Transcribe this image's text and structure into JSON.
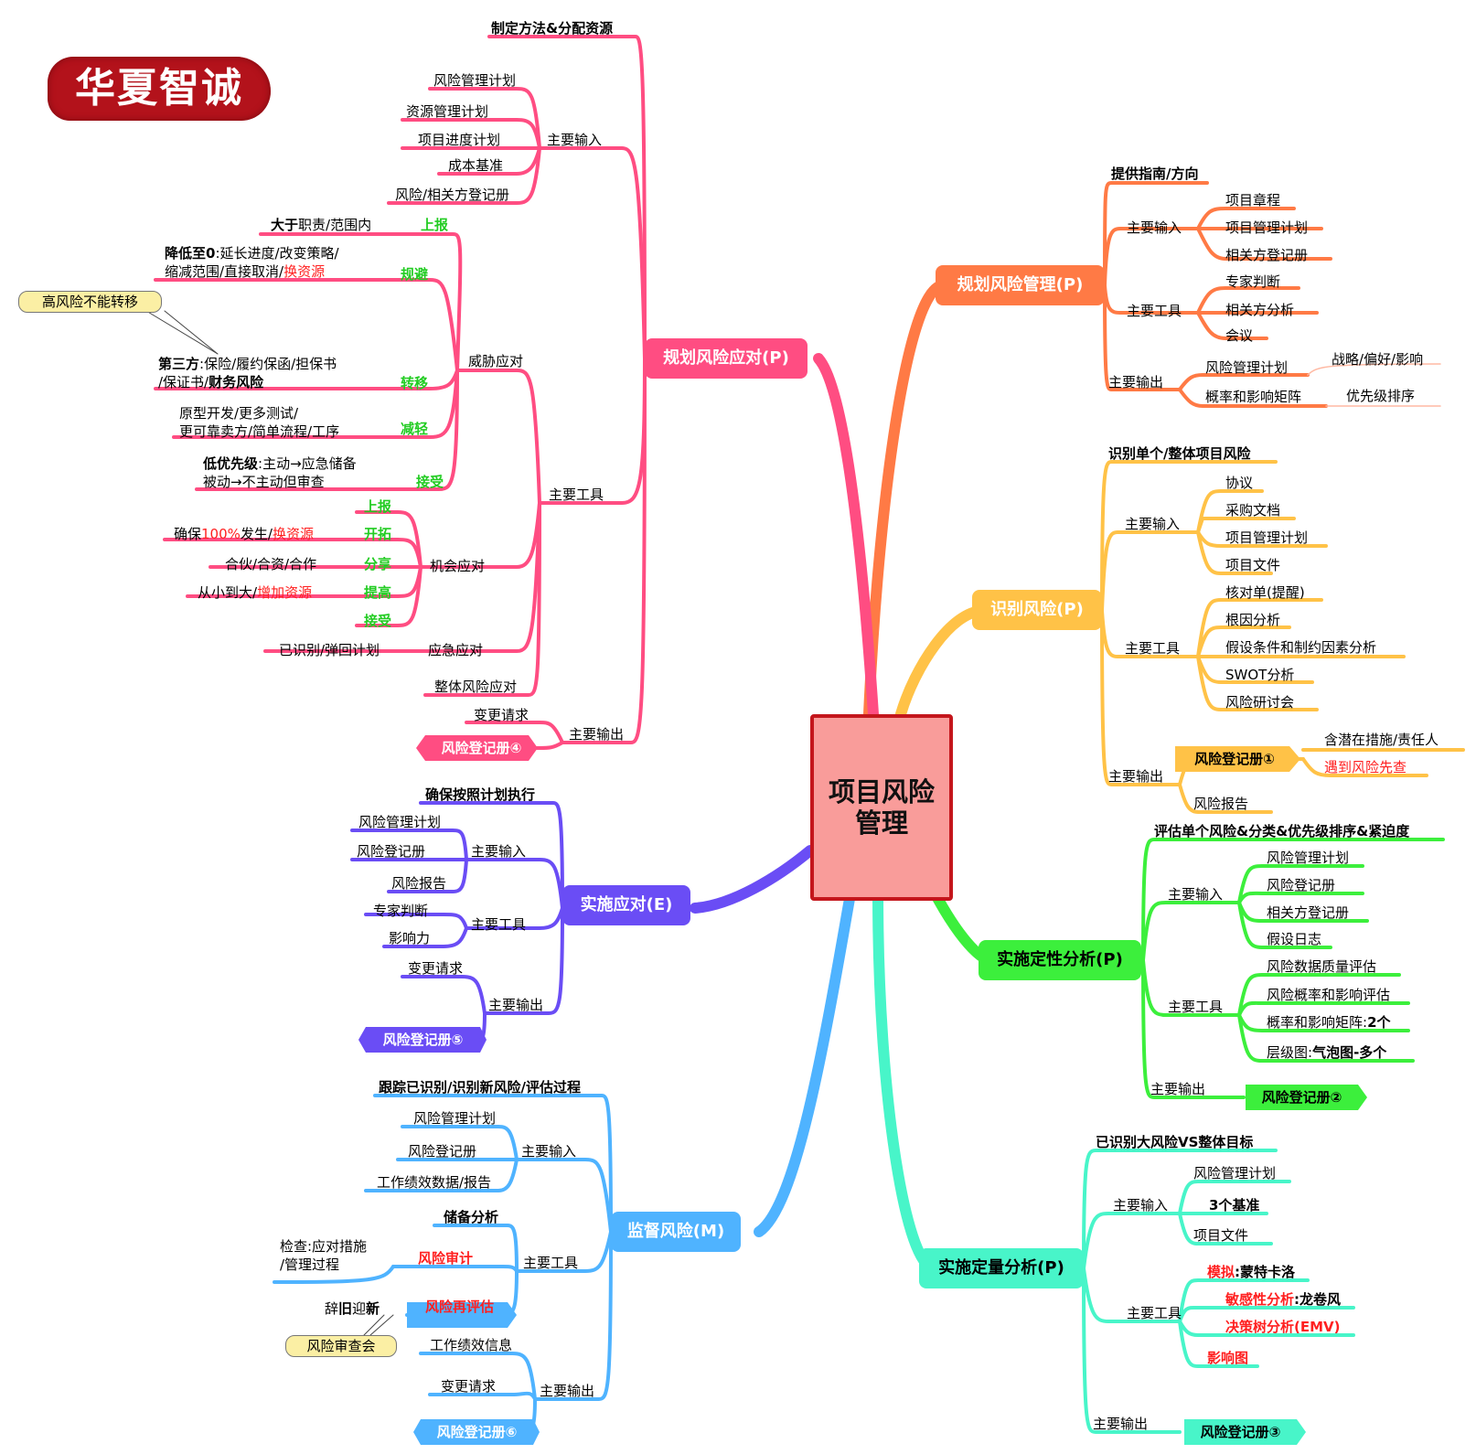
{
  "logo": {
    "text": "华夏智诚"
  },
  "center": {
    "line1": "项目风险",
    "line2": "管理"
  },
  "colors": {
    "plan": "#ff7a45",
    "identify": "#ffc247",
    "qual": "#3cef3c",
    "quant": "#48f5c9",
    "respond": "#ff4d82",
    "implement": "#6a4df5",
    "monitor": "#4fb3ff",
    "center_fill": "#f99c9a",
    "center_border": "#c4161c"
  },
  "plan_risk": {
    "title": "规划风险管理(P)",
    "purpose": "提供指南/方向",
    "inputs_label": "主要输入",
    "inputs": [
      "项目章程",
      "项目管理计划",
      "相关方登记册"
    ],
    "tools_label": "主要工具",
    "tools": [
      "专家判断",
      "相关方分析",
      "会议"
    ],
    "outputs_label": "主要输出",
    "outputs": [
      "风险管理计划",
      "概率和影响矩阵"
    ],
    "notes": [
      "战略/偏好/影响",
      "优先级排序"
    ]
  },
  "identify": {
    "title": "识别风险(P)",
    "purpose": "识别单个/整体项目风险",
    "inputs_label": "主要输入",
    "inputs": [
      "协议",
      "采购文档",
      "项目管理计划",
      "项目文件"
    ],
    "tools_label": "主要工具",
    "tools": [
      "核对单(提醒)",
      "根因分析",
      "假设条件和制约因素分析",
      "SWOT分析",
      "风险研讨会"
    ],
    "outputs_label": "主要输出",
    "register": "风险登记册①",
    "register_notes": [
      "含潜在措施/责任人",
      "遇到风险先查"
    ],
    "report": "风险报告"
  },
  "qual": {
    "title": "实施定性分析(P)",
    "purpose": "评估单个风险&分类&优先级排序&紧迫度",
    "inputs_label": "主要输入",
    "inputs": [
      "风险管理计划",
      "风险登记册",
      "相关方登记册",
      "假设日志"
    ],
    "tools_label": "主要工具",
    "tools": [
      "风险数据质量评估",
      "风险概率和影响评估"
    ],
    "tool3_a": "概率和影响矩阵:",
    "tool3_b": "2个",
    "tool4_a": "层级图:",
    "tool4_b": "气泡图-多个",
    "outputs_label": "主要输出",
    "register": "风险登记册②"
  },
  "quant": {
    "title": "实施定量分析(P)",
    "purpose": "已识别大风险VS整体目标",
    "inputs_label": "主要输入",
    "inputs": [
      "风险管理计划",
      "3个基准",
      "项目文件"
    ],
    "tools_label": "主要工具",
    "t1a": "模拟",
    "t1b": ":蒙特卡洛",
    "t2a": "敏感性分析",
    "t2b": ":龙卷风",
    "t3": "决策树分析(EMV)",
    "t4": "影响图",
    "outputs_label": "主要输出",
    "register": "风险登记册③"
  },
  "respond": {
    "title": "规划风险应对(P)",
    "purpose": "制定方法&分配资源",
    "inputs_label": "主要输入",
    "inputs": [
      "风险管理计划",
      "资源管理计划",
      "项目进度计划",
      "成本基准",
      "风险/相关方登记册"
    ],
    "tools_label": "主要工具",
    "threat": "威胁应对",
    "t_escalate_pre": "大于",
    "t_escalate_post": "职责/范围内",
    "t_escalate_tag": "上报",
    "t_avoid_l1a": "降低至0",
    "t_avoid_l1b": ":延长进度/改变策略/",
    "t_avoid_l2a": "缩减范围/直接取消/",
    "t_avoid_l2b": "换资源",
    "t_avoid_tag": "规避",
    "callout": "高风险不能转移",
    "t_transfer_l1a": "第三方",
    "t_transfer_l1b": ":保险/履约保函/担保书",
    "t_transfer_l2a": "/保证书/",
    "t_transfer_l2b": "财务风险",
    "t_transfer_tag": "转移",
    "t_mitigate_l1": "原型开发/更多测试/",
    "t_mitigate_l2": "更可靠卖方/简单流程/工序",
    "t_mitigate_tag": "减轻",
    "t_accept_l1a": "低优先级",
    "t_accept_l1b": ":主动→应急储备",
    "t_accept_l2": "被动→不主动但审查",
    "t_accept_tag": "接受",
    "opp": "机会应对",
    "o_escalate_tag": "上报",
    "o_exploit_a": "确保",
    "o_exploit_b": "100%",
    "o_exploit_c": "发生/",
    "o_exploit_d": "换资源",
    "o_exploit_tag": "开拓",
    "o_share": "合伙/合资/合作",
    "o_share_tag": "分享",
    "o_enhance_a": "从小到大/",
    "o_enhance_b": "增加资源",
    "o_enhance_tag": "提高",
    "o_accept_tag": "接受",
    "contingency": "应急应对",
    "contingency_note": "已识别/弹回计划",
    "overall": "整体风险应对",
    "outputs_label": "主要输出",
    "change": "变更请求",
    "register": "风险登记册④"
  },
  "implement": {
    "title": "实施应对(E)",
    "purpose": "确保按照计划执行",
    "inputs_label": "主要输入",
    "inputs": [
      "风险管理计划",
      "风险登记册",
      "风险报告"
    ],
    "tools_label": "主要工具",
    "tools": [
      "专家判断",
      "影响力"
    ],
    "outputs_label": "主要输出",
    "change": "变更请求",
    "register": "风险登记册⑤"
  },
  "monitor": {
    "title": "监督风险(M)",
    "purpose": "跟踪已识别/识别新风险/评估过程",
    "inputs_label": "主要输入",
    "inputs": [
      "风险管理计划",
      "风险登记册",
      "工作绩效数据/报告"
    ],
    "tools_label": "主要工具",
    "reserve": "储备分析",
    "audit": "风险审计",
    "audit_note_l1": "检查:应对措施",
    "audit_note_l2": "/管理过程",
    "reassess": "风险再评估",
    "reassess_note_a": "辞",
    "reassess_note_b": "旧",
    "reassess_note_c": "迎",
    "reassess_note_d": "新",
    "review": "风险审查会",
    "outputs_label": "主要输出",
    "outputs": [
      "工作绩效信息",
      "变更请求"
    ],
    "register": "风险登记册⑥"
  }
}
